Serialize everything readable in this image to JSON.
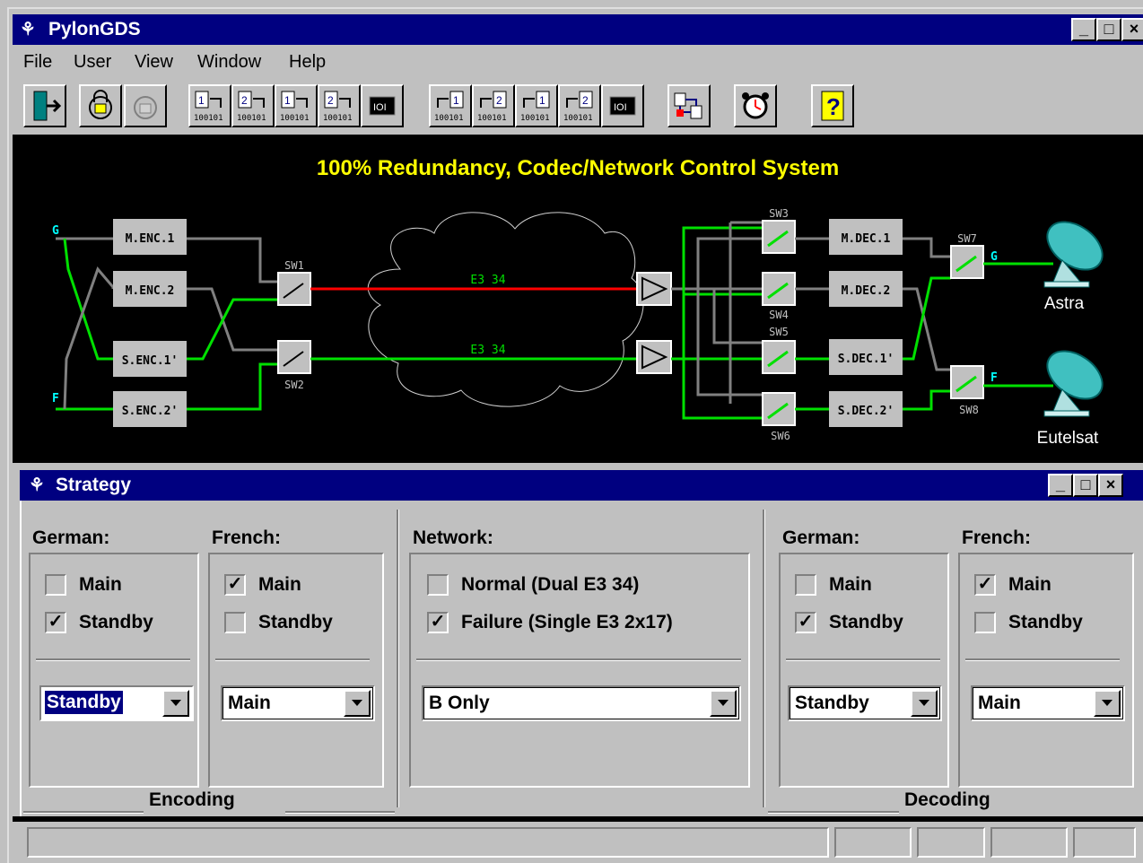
{
  "window": {
    "title": "PylonGDS",
    "buttons": [
      "_",
      "□",
      "×"
    ]
  },
  "menu": {
    "items": [
      "File",
      "User",
      "View",
      "Window",
      "Help"
    ]
  },
  "toolbar": {
    "icons": [
      "exit-icon",
      "lock-icon",
      "unlock-icon",
      "encoder-1-icon",
      "encoder-2-icon",
      "encoder-1b-icon",
      "encoder-2b-icon",
      "encoder-monitor-icon",
      "decoder-1-icon",
      "decoder-2-icon",
      "decoder-1b-icon",
      "decoder-2b-icon",
      "decoder-monitor-icon",
      "network-icon",
      "alarm-clock-icon",
      "help-icon"
    ],
    "help_glyph": "?"
  },
  "diagram": {
    "title": "100% Redundancy, Codec/Network Control System",
    "encoders": [
      "M.ENC.1",
      "M.ENC.2",
      "S.ENC.1'",
      "S.ENC.2'"
    ],
    "decoders": [
      "M.DEC.1",
      "M.DEC.2",
      "S.DEC.1'",
      "S.DEC.2'"
    ],
    "switches": [
      "SW1",
      "SW2",
      "SW3",
      "SW4",
      "SW5",
      "SW6",
      "SW7",
      "SW8"
    ],
    "links": [
      "E3 34",
      "E3 34"
    ],
    "inputs": [
      "G",
      "F"
    ],
    "outputs": [
      "G",
      "F"
    ],
    "satellites": [
      "Astra",
      "Eutelsat"
    ],
    "colors": {
      "active": "#00e000",
      "failed": "#ff0000",
      "inactive": "#808080",
      "title": "#ffff00",
      "labels_cyan": "#00ffff"
    }
  },
  "strategy": {
    "title": "Strategy",
    "encoding": {
      "caption": "Encoding",
      "german": {
        "label": "German:",
        "main_label": "Main",
        "main_checked": false,
        "standby_label": "Standby",
        "standby_checked": true,
        "select": "Standby"
      },
      "french": {
        "label": "French:",
        "main_label": "Main",
        "main_checked": true,
        "standby_label": "Standby",
        "standby_checked": false,
        "select": "Main"
      }
    },
    "network": {
      "label": "Network:",
      "normal_label": "Normal (Dual E3 34)",
      "normal_checked": false,
      "failure_label": "Failure (Single E3 2x17)",
      "failure_checked": true,
      "select": "B Only"
    },
    "decoding": {
      "caption": "Decoding",
      "german": {
        "label": "German:",
        "main_label": "Main",
        "main_checked": false,
        "standby_label": "Standby",
        "standby_checked": true,
        "select": "Standby"
      },
      "french": {
        "label": "French:",
        "main_label": "Main",
        "main_checked": true,
        "standby_label": "Standby",
        "standby_checked": false,
        "select": "Main"
      }
    },
    "check_glyph": "✓"
  }
}
